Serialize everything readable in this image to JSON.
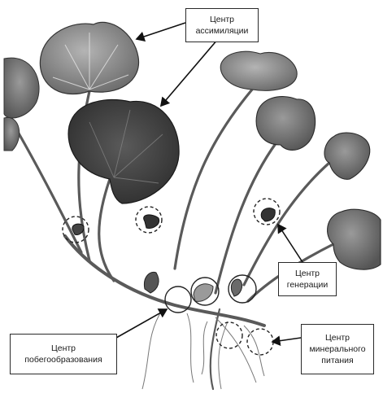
{
  "diagram": {
    "labels": {
      "assimilation": [
        "Центр",
        "ассимиляции"
      ],
      "generation": [
        "Центр",
        "генерации"
      ],
      "shoot_formation": [
        "Центр",
        "побегообразования"
      ],
      "mineral_nutrition": [
        "Центр",
        "минерального",
        "питания"
      ]
    },
    "colors": {
      "background": "#ffffff",
      "leaf_dark": "#3a3a3a",
      "leaf_mid": "#6d6d6d",
      "leaf_light": "#9a9a9a",
      "stem": "#555555",
      "outline": "#222222"
    }
  }
}
